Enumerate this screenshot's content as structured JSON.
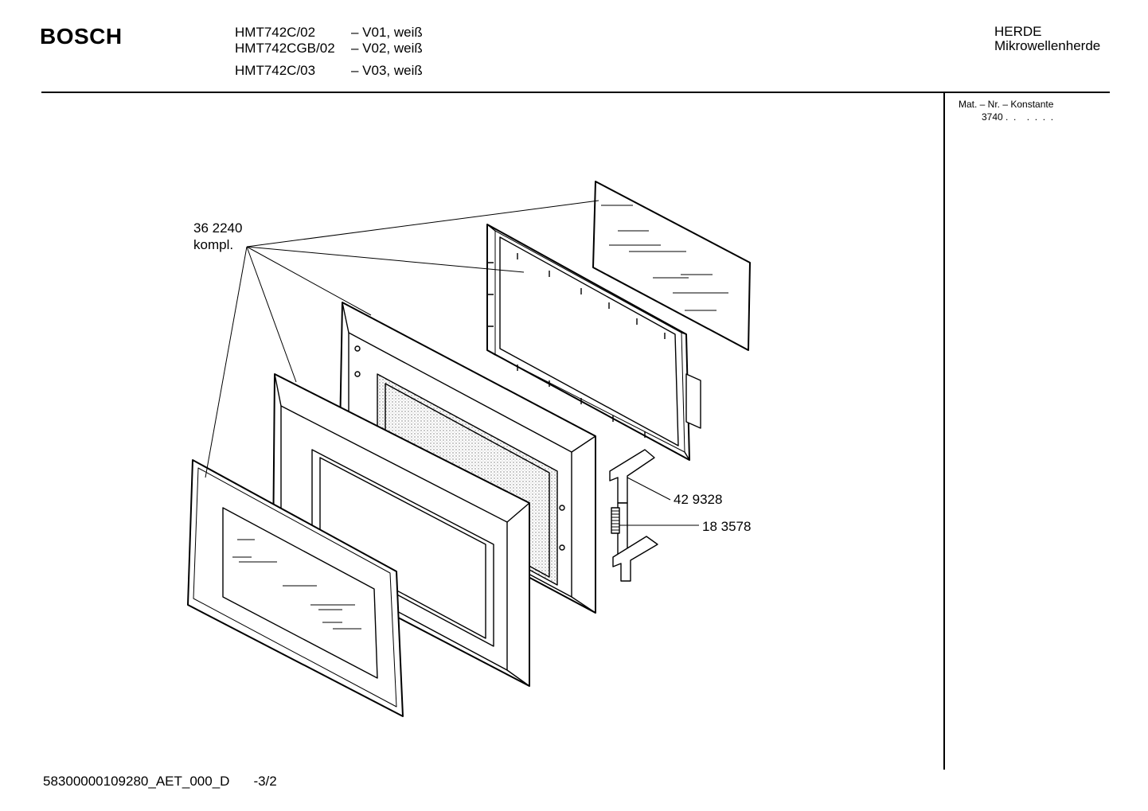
{
  "header": {
    "brand": "BOSCH",
    "models": [
      {
        "code": "HMT742C/02",
        "variant": "– V01, weiß"
      },
      {
        "code": "HMT742CGB/02",
        "variant": "– V02, weiß"
      },
      {
        "code": "HMT742C/03",
        "variant": "– V03, weiß"
      }
    ],
    "category": "HERDE",
    "subcategory": "Mikrowellenherde"
  },
  "side_panel": {
    "heading": "Mat. – Nr. – Konstante",
    "value": "3740 .  .    .  .  .  ."
  },
  "diagram": {
    "labels": {
      "door_assembly_number": "36 2240",
      "door_assembly_suffix": "kompl.",
      "hinge_part": "42 9328",
      "spring_part": "18 3578"
    }
  },
  "footer": {
    "document_id": "58300000109280_AET_000_D",
    "page": "-3/2"
  }
}
